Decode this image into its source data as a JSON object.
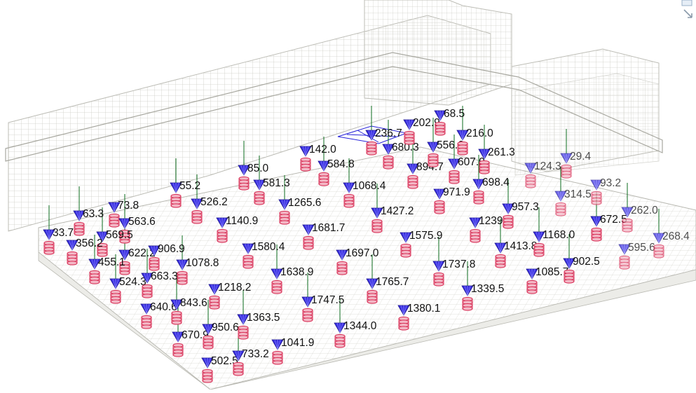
{
  "colors": {
    "mesh": "#c9c9c3",
    "mesh_fill": "#f2f2ee",
    "marker_blue": "#3b31e0",
    "spring_red": "#d9345a",
    "spring_fill": "#f3b8c6",
    "rod_green": "#0b6b1d",
    "beam_blue": "#2420d8",
    "label": "#111111"
  },
  "icons": {
    "corner": "view-cube-icon",
    "support_marker": "support-cone-icon",
    "spring": "spring-support-icon"
  },
  "supports": [
    {
      "label": "33.7"
    },
    {
      "label": "63.3"
    },
    {
      "label": "73.8"
    },
    {
      "label": "563.6"
    },
    {
      "label": "569.5"
    },
    {
      "label": "356.2"
    },
    {
      "label": "622.2"
    },
    {
      "label": "455.1"
    },
    {
      "label": "906.9"
    },
    {
      "label": "524.3"
    },
    {
      "label": "663.3"
    },
    {
      "label": "640.6"
    },
    {
      "label": "1078.8"
    },
    {
      "label": "843.6"
    },
    {
      "label": "1218.2"
    },
    {
      "label": "670.9"
    },
    {
      "label": "950.6"
    },
    {
      "label": "502.5"
    },
    {
      "label": "733.2"
    },
    {
      "label": "1363.5"
    },
    {
      "label": "1041.9"
    },
    {
      "label": "55.2"
    },
    {
      "label": "526.2"
    },
    {
      "label": "1140.9"
    },
    {
      "label": "85.0"
    },
    {
      "label": "581.3"
    },
    {
      "label": "1580.4"
    },
    {
      "label": "1638.9"
    },
    {
      "label": "1265.6"
    },
    {
      "label": "1681.7"
    },
    {
      "label": "1747.5"
    },
    {
      "label": "1344.0"
    },
    {
      "label": "142.0"
    },
    {
      "label": "584.8"
    },
    {
      "label": "1068.4"
    },
    {
      "label": "1697.0"
    },
    {
      "label": "1765.7"
    },
    {
      "label": "1427.2"
    },
    {
      "label": "1380.1"
    },
    {
      "label": "236.7"
    },
    {
      "label": "680.3"
    },
    {
      "label": "202.9"
    },
    {
      "label": "894.7"
    },
    {
      "label": "556.6"
    },
    {
      "label": "68.5"
    },
    {
      "label": "216.0"
    },
    {
      "label": "607.0"
    },
    {
      "label": "971.9"
    },
    {
      "label": "261.3"
    },
    {
      "label": "698.4"
    },
    {
      "label": "1575.9"
    },
    {
      "label": "1737.8"
    },
    {
      "label": "1339.5"
    },
    {
      "label": "1239.7"
    },
    {
      "label": "957.3"
    },
    {
      "label": "1413.8"
    },
    {
      "label": "1085.7"
    },
    {
      "label": "1168.0"
    },
    {
      "label": "902.5"
    },
    {
      "label": "124.3"
    },
    {
      "label": "29.4"
    },
    {
      "label": "314.5"
    },
    {
      "label": "93.2"
    },
    {
      "label": "672.5"
    },
    {
      "label": "262.0"
    },
    {
      "label": "595.6"
    },
    {
      "label": "268.4"
    }
  ]
}
